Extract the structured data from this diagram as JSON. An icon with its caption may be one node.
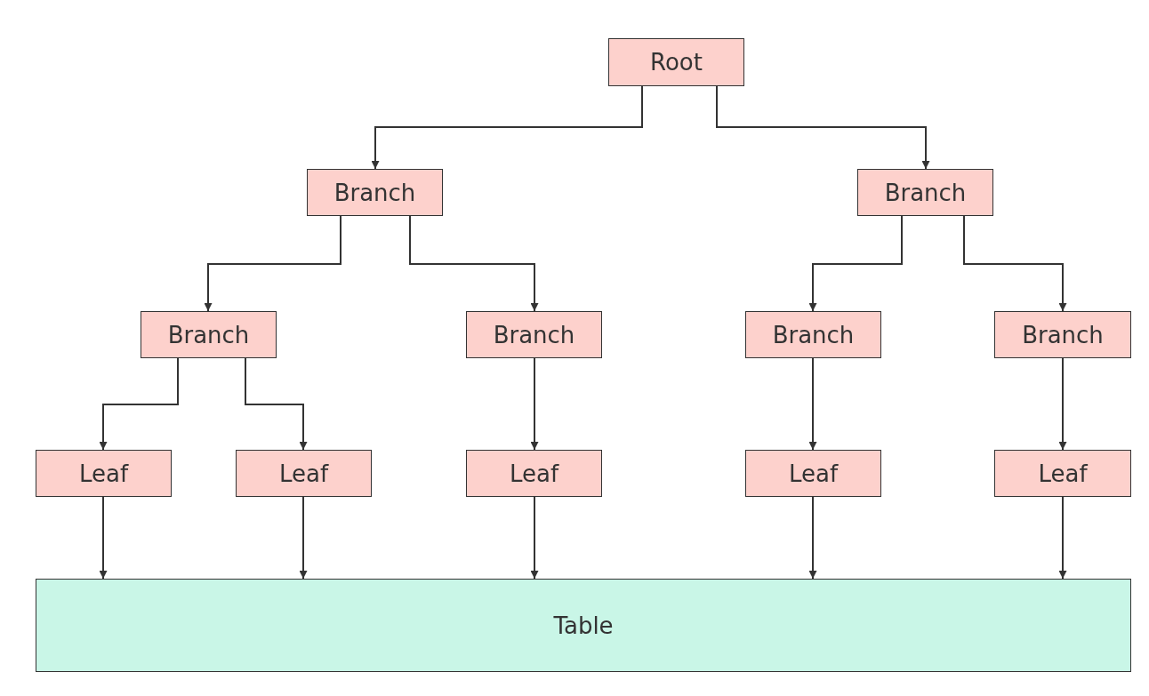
{
  "diagram": {
    "nodes": [
      {
        "text": [
          "Root"
        ]
      },
      {
        "text": [
          "Branch"
        ]
      },
      {
        "text": [
          "Branch"
        ]
      },
      {
        "text": [
          "Branch"
        ]
      },
      {
        "text": [
          "Branch"
        ]
      },
      {
        "text": [
          "Branch"
        ]
      },
      {
        "text": [
          "Branch"
        ]
      },
      {
        "text": [
          "Leaf"
        ]
      },
      {
        "text": [
          "Leaf"
        ]
      },
      {
        "text": [
          "Leaf"
        ]
      },
      {
        "text": [
          "Leaf"
        ]
      },
      {
        "text": [
          "Leaf"
        ]
      },
      {
        "text": [
          "Table"
        ]
      }
    ],
    "edges": [
      {
        "from": 0,
        "to": 1,
        "arrow": "to"
      },
      {
        "from": 0,
        "to": 2,
        "arrow": "to"
      },
      {
        "from": 1,
        "to": 3,
        "arrow": "to"
      },
      {
        "from": 1,
        "to": 4,
        "arrow": "to"
      },
      {
        "from": 2,
        "to": 5,
        "arrow": "to"
      },
      {
        "from": 2,
        "to": 6,
        "arrow": "to"
      },
      {
        "from": 3,
        "to": 7,
        "arrow": "to"
      },
      {
        "from": 3,
        "to": 8,
        "arrow": "to"
      },
      {
        "from": 4,
        "to": 9,
        "arrow": "to"
      },
      {
        "from": 5,
        "to": 10,
        "arrow": "to"
      },
      {
        "from": 6,
        "to": 11,
        "arrow": "to"
      },
      {
        "from": 7,
        "to": 12,
        "arrow": "to"
      },
      {
        "from": 8,
        "to": 12,
        "arrow": "to"
      },
      {
        "from": 9,
        "to": 12,
        "arrow": "to"
      },
      {
        "from": 10,
        "to": 12,
        "arrow": "to"
      },
      {
        "from": 11,
        "to": 12,
        "arrow": "to"
      }
    ]
  }
}
